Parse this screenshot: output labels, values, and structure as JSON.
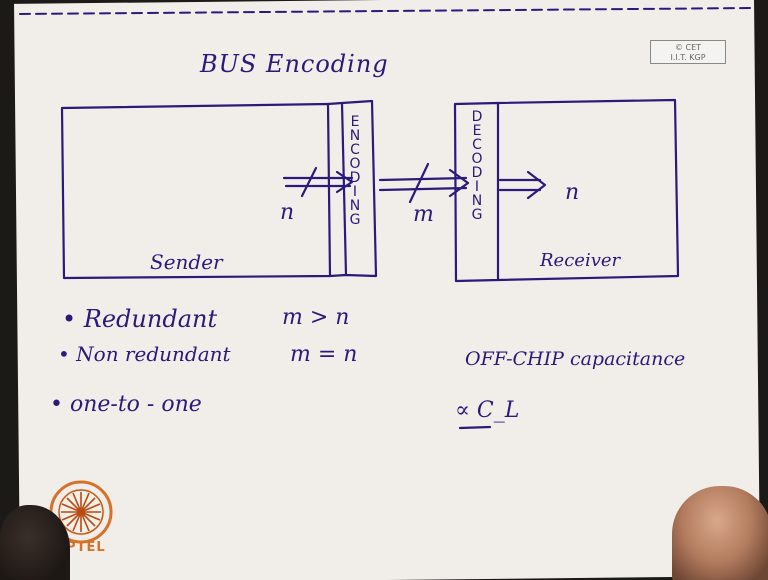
{
  "title": "BUS Encoding",
  "stamp": {
    "line1": "© CET",
    "line2": "I.I.T. KGP"
  },
  "diagram": {
    "sender_label": "Sender",
    "receiver_label": "Receiver",
    "n_in": "n",
    "m_mid": "m",
    "n_out": "n",
    "encoding_letters": [
      "E",
      "N",
      "C",
      "O",
      "D",
      "I",
      "N",
      "G"
    ],
    "decoding_letters": [
      "D",
      "E",
      "C",
      "O",
      "D",
      "I",
      "N",
      "G"
    ]
  },
  "bullets": {
    "b1": "• Redundant",
    "b1_cond": "m > n",
    "b2": "• Non redundant",
    "b2_cond": "m = n",
    "b3": "•   one-to - one",
    "b3a": "OFF-CHIP capacitance",
    "b3b": "∝ C_L"
  },
  "logo": {
    "text": "NPTEL"
  },
  "colors": {
    "ink": "#2a1a7a",
    "paper": "#f1eeea",
    "logo": "#d6722a"
  }
}
